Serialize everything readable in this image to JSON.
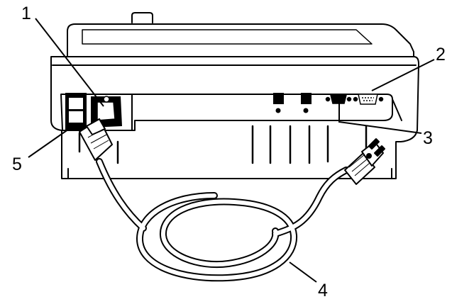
{
  "diagram": {
    "stroke_color": "#000000",
    "fill_color": "#ffffff",
    "callouts": [
      {
        "id": "1",
        "label": "1"
      },
      {
        "id": "2",
        "label": "2"
      },
      {
        "id": "3",
        "label": "3"
      },
      {
        "id": "4",
        "label": "4"
      },
      {
        "id": "5",
        "label": "5"
      }
    ]
  }
}
